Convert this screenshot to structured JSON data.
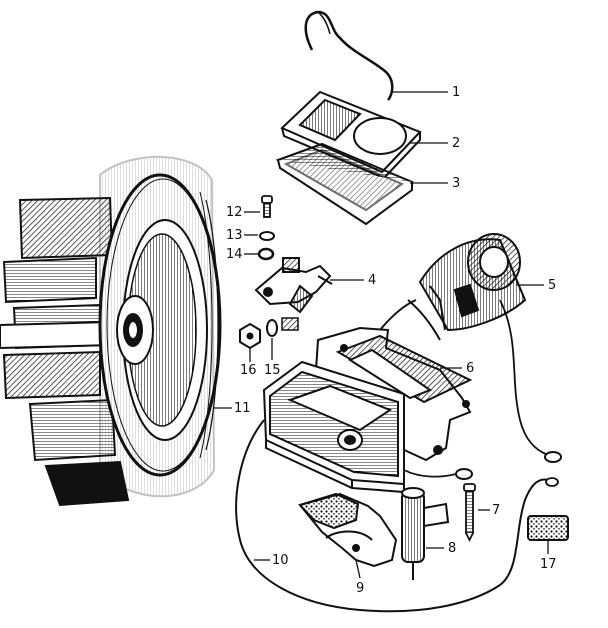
{
  "callouts": {
    "c1": "1",
    "c2": "2",
    "c3": "3",
    "c4": "4",
    "c5": "5",
    "c6": "6",
    "c7": "7",
    "c8": "8",
    "c9": "9",
    "c10": "10",
    "c11": "11",
    "c12": "12",
    "c13": "13",
    "c14": "14",
    "c15": "15",
    "c16": "16",
    "c17": "17"
  },
  "colors": {
    "ink": "#111111",
    "paper": "#ffffff"
  }
}
